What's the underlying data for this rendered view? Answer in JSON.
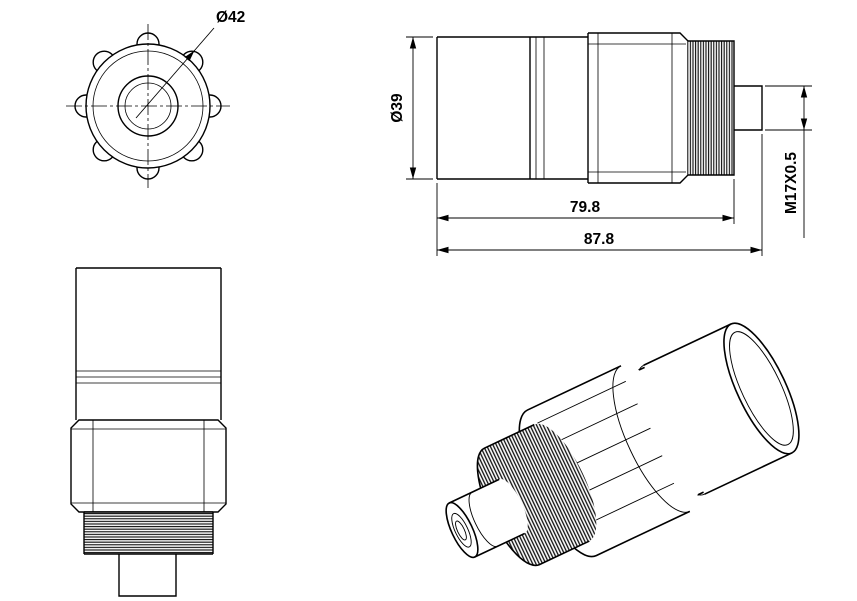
{
  "colors": {
    "line": "#000000",
    "background": "#ffffff"
  },
  "front_view": {
    "diameter_label": "Ø42"
  },
  "side_view": {
    "diameter_label": "Ø39",
    "body_length_label": "79.8",
    "overall_length_label": "87.8",
    "thread_label": "M17X0.5"
  }
}
